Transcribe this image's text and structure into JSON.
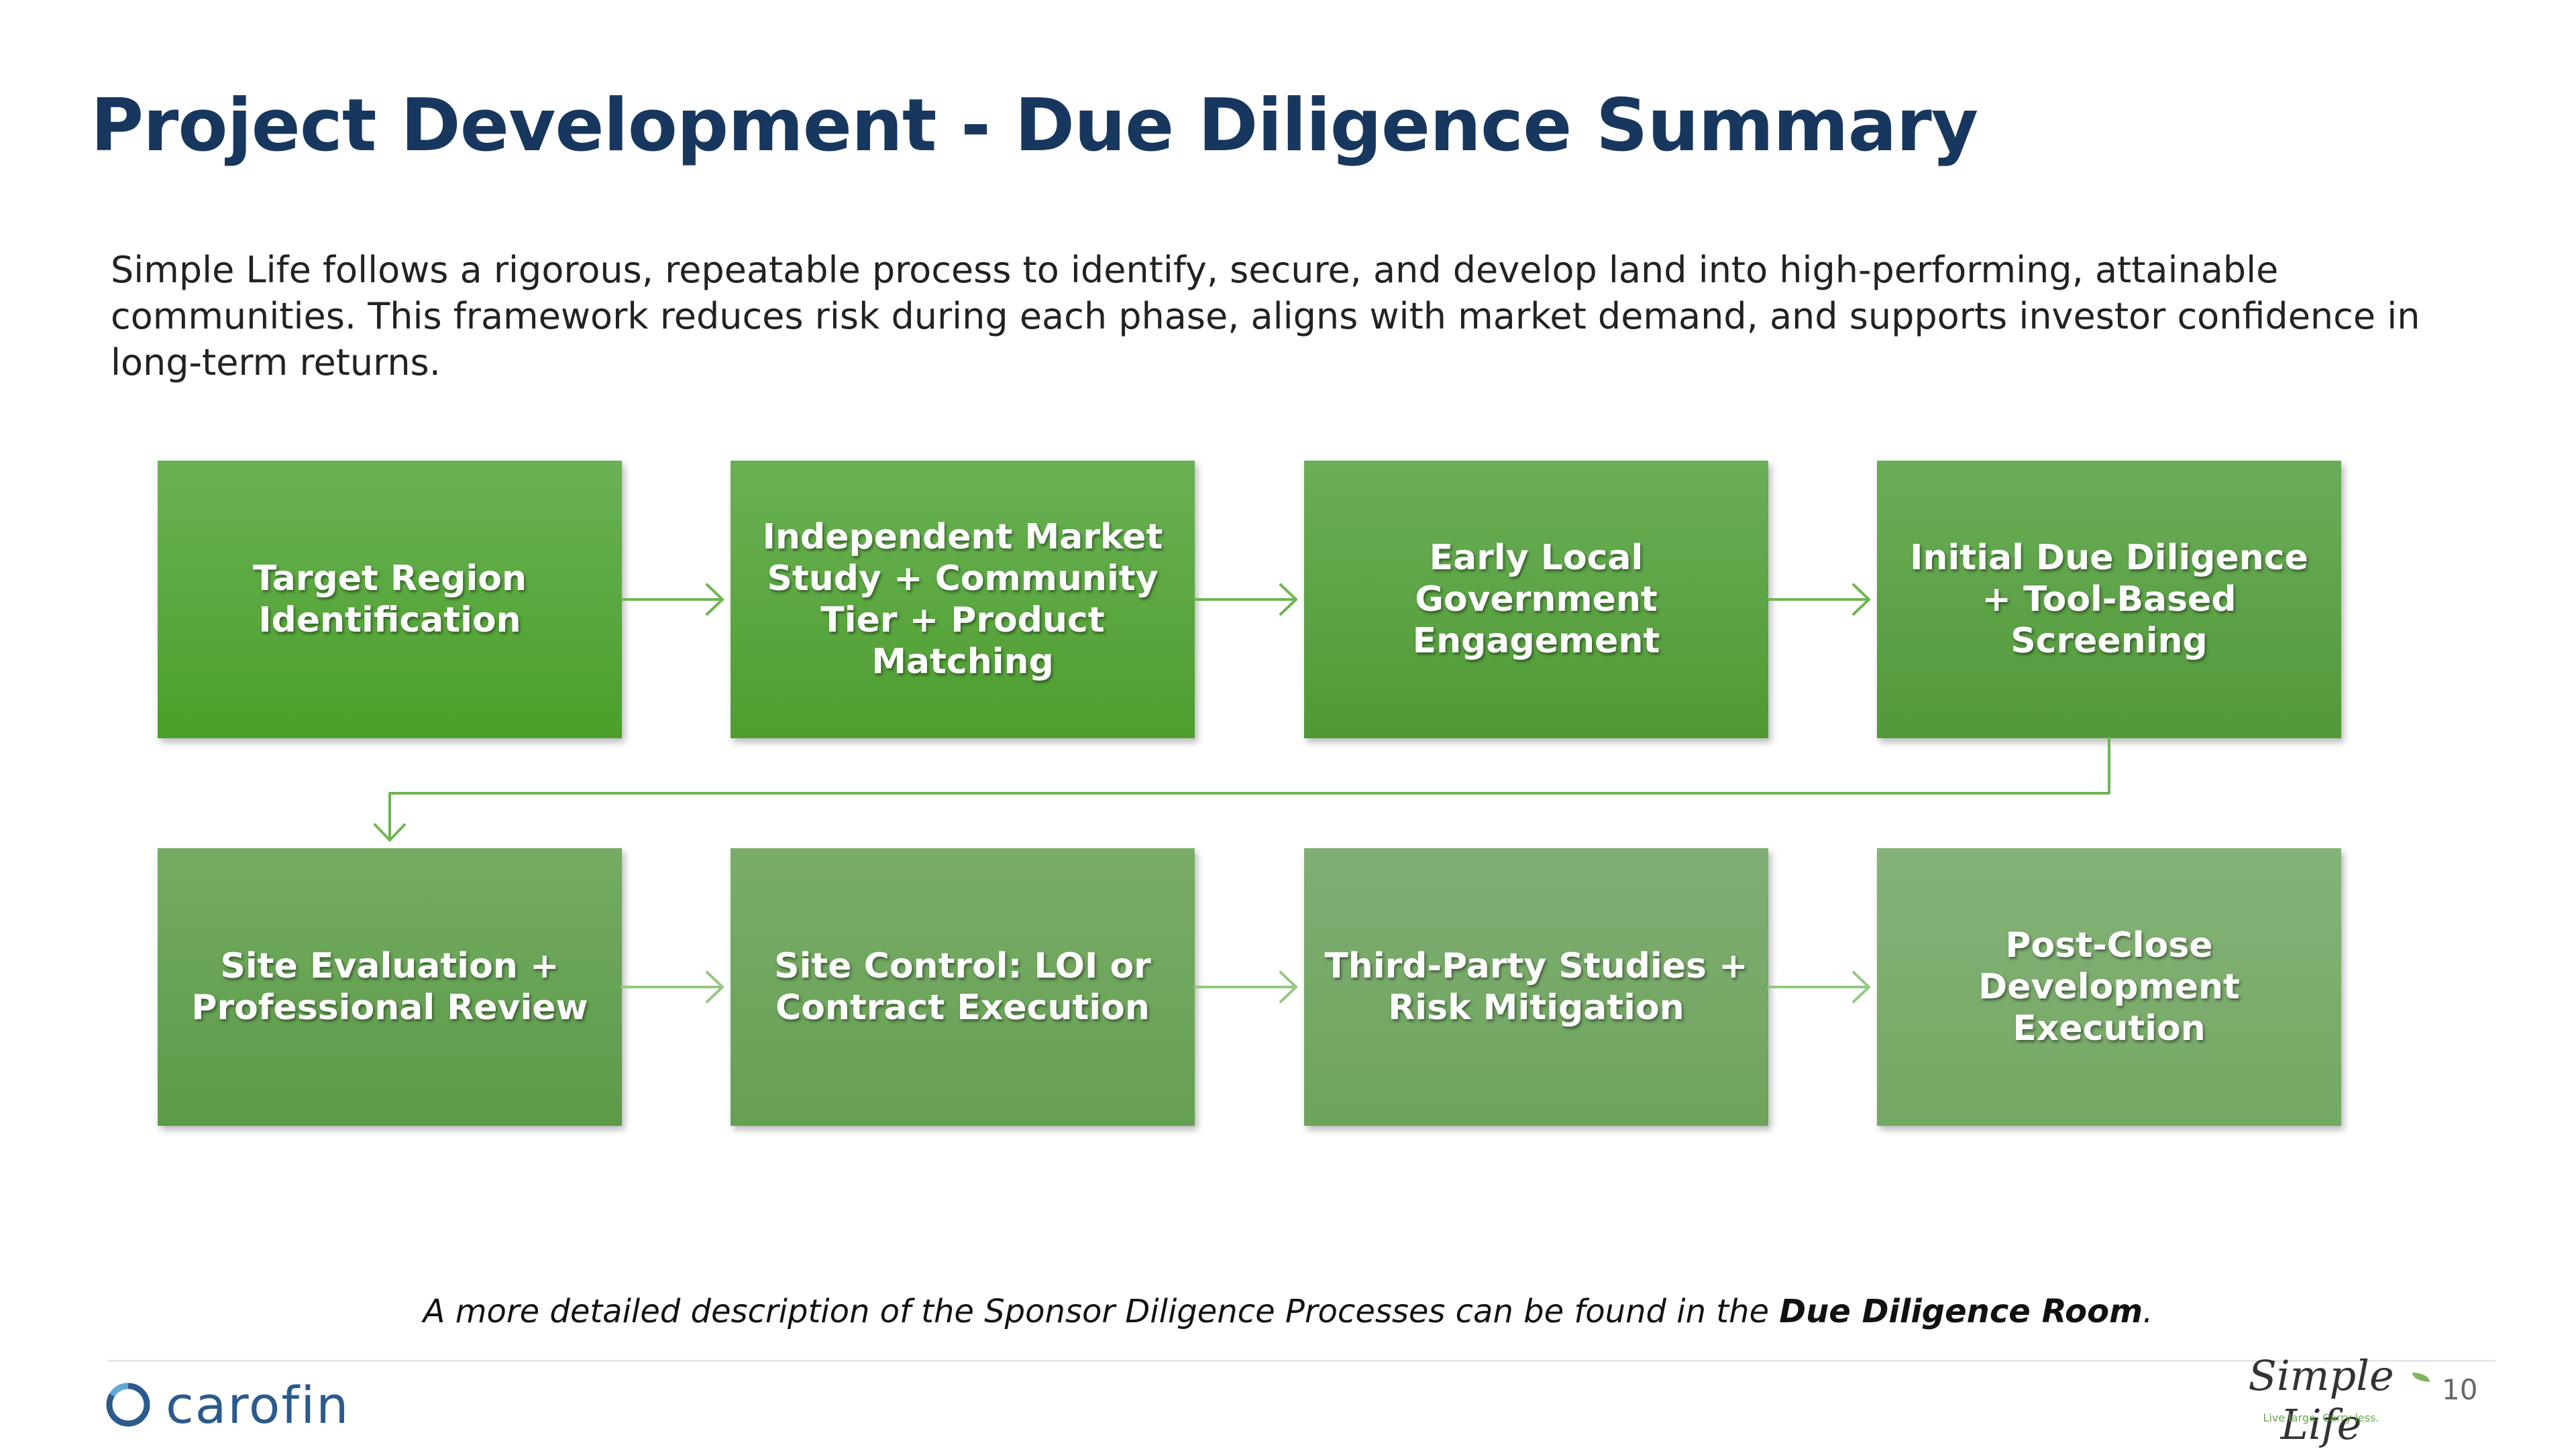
{
  "slide": {
    "title": "Project Development - Due Diligence Summary",
    "intro": "Simple Life follows a rigorous, repeatable process to identify, secure, and develop land into high-performing, attainable communities. This framework reduces risk during each phase, aligns with market demand, and supports investor confidence in long-term returns.",
    "page_number": "10"
  },
  "process": {
    "steps": [
      {
        "label": "Target Region Identification"
      },
      {
        "label": "Independent Market Study + Community Tier + Product Matching"
      },
      {
        "label": "Early Local Government Engagement"
      },
      {
        "label": "Initial Due Diligence + Tool-Based Screening"
      },
      {
        "label": "Site Evaluation + Professional Review"
      },
      {
        "label": "Site Control: LOI or Contract Execution"
      },
      {
        "label": "Third-Party Studies + Risk Mitigation"
      },
      {
        "label": "Post-Close Development Execution"
      }
    ]
  },
  "footnote": {
    "text": "A more detailed description of the Sponsor Diligence Processes can be found in the ",
    "emphasis": "Due Diligence Room",
    "end": "."
  },
  "branding": {
    "left_logo": "carofin",
    "right_logo": "Simple Life",
    "right_tagline": "Live large. Carry less."
  },
  "colors": {
    "title": "#17375e",
    "box_green": "#5aa83c",
    "arrow": "#6fb552"
  }
}
